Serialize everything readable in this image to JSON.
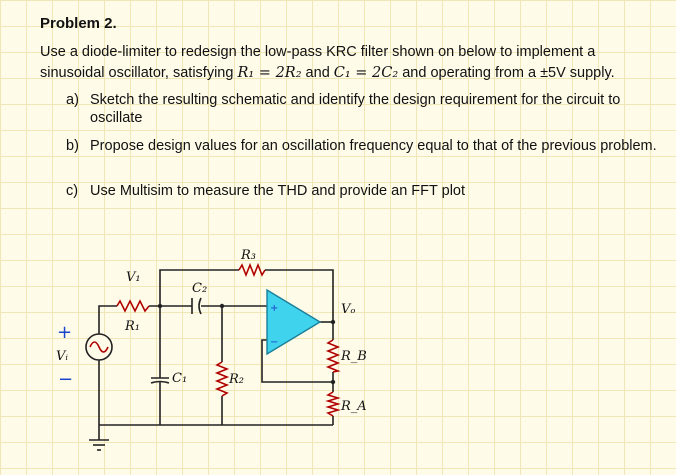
{
  "problem": {
    "title": "Problem 2.",
    "intro_line1": "Use a diode-limiter to redesign the low-pass KRC filter shown on below to implement a",
    "intro_line2_prefix": "sinusoidal oscillator, satisfying ",
    "intro_eq1": "R₁ = 2R₂",
    "intro_and": " and ",
    "intro_eq2": "C₁ = 2C₂",
    "intro_line2_suffix": " and operating from a ±5V supply.",
    "items": [
      {
        "marker": "a)",
        "text": "Sketch the resulting schematic and identify the design requirement for the circuit to oscillate"
      },
      {
        "marker": "b)",
        "text": "Propose design values for an oscillation frequency equal to that of the previous problem."
      },
      {
        "marker": "c)",
        "text": "Use Multisim to measure the THD and provide an FFT plot"
      }
    ]
  },
  "circuit": {
    "labels": {
      "v1": "V₁",
      "c2": "C₂",
      "r3": "R₃",
      "r1": "R₁",
      "vo": "Vₒ",
      "vi": "Vᵢ",
      "plus_sign": "+",
      "minus_sign": "−",
      "c1": "C₁",
      "r2": "R₂",
      "rb": "R_B",
      "ra": "R_A",
      "op_plus": "+",
      "op_minus": "−"
    },
    "colors": {
      "wire": "#222222",
      "resistor": "#b00000",
      "opamp_fill": "#3fd3ee",
      "opamp_plus": "#1a44cc",
      "source_wave": "#b00000"
    }
  }
}
